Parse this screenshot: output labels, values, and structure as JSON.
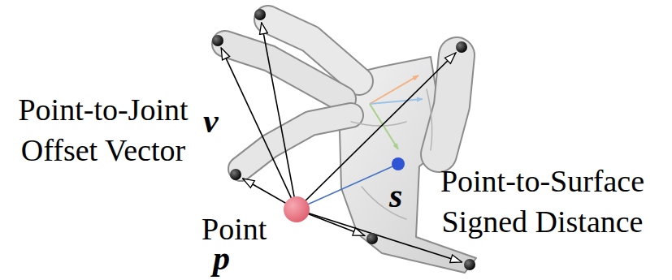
{
  "diagram": {
    "labels": [
      "Point-to-Joint Offset Vector",
      "v",
      "Point",
      "p",
      "Point-to-Surface Signed Distance",
      "s"
    ]
  }
}
